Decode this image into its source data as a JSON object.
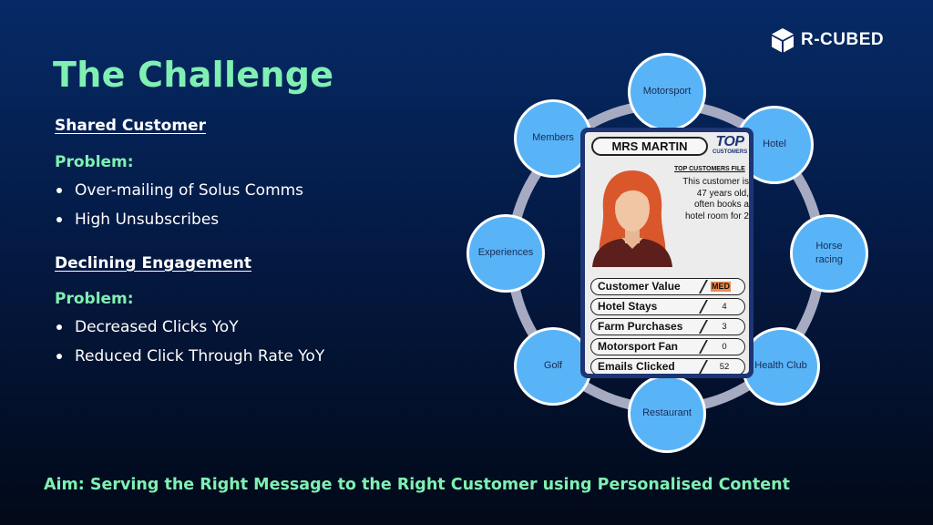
{
  "brand": {
    "name": "R-CUBED"
  },
  "title": "The Challenge",
  "sections": [
    {
      "heading": "Shared Customer",
      "problem_label": "Problem:",
      "bullets": [
        "Over-mailing of Solus Comms",
        "High Unsubscribes"
      ]
    },
    {
      "heading": "Declining Engagement",
      "problem_label": "Problem:",
      "bullets": [
        "Decreased Clicks YoY",
        "Reduced Click Through Rate YoY"
      ]
    }
  ],
  "aim": "Aim: Serving the Right Message to the Right Customer using Personalised Content",
  "diagram": {
    "nodes": [
      "Motorsport",
      "Hotel",
      "Horse racing",
      "Health Club",
      "Restaurant",
      "Golf",
      "Experiences",
      "Members"
    ],
    "card": {
      "name": "MRS MARTIN",
      "badge_top": "TOP",
      "badge_sub": "CUSTOMERS",
      "file_label": "TOP CUSTOMERS FILE",
      "description": "This customer is 47 years old, often books a hotel room for 2",
      "stats": [
        {
          "label": "Customer Value",
          "value": "MED"
        },
        {
          "label": "Hotel Stays",
          "value": "4"
        },
        {
          "label": "Farm Purchases",
          "value": "3"
        },
        {
          "label": "Motorsport Fan",
          "value": "0"
        },
        {
          "label": "Emails Clicked",
          "value": "52"
        }
      ]
    }
  },
  "colors": {
    "accent": "#7ff0b2",
    "node": "#58b4f7",
    "ring": "#a7abc2",
    "card_frame": "#1d3573",
    "highlight": "#ee8a4e"
  }
}
